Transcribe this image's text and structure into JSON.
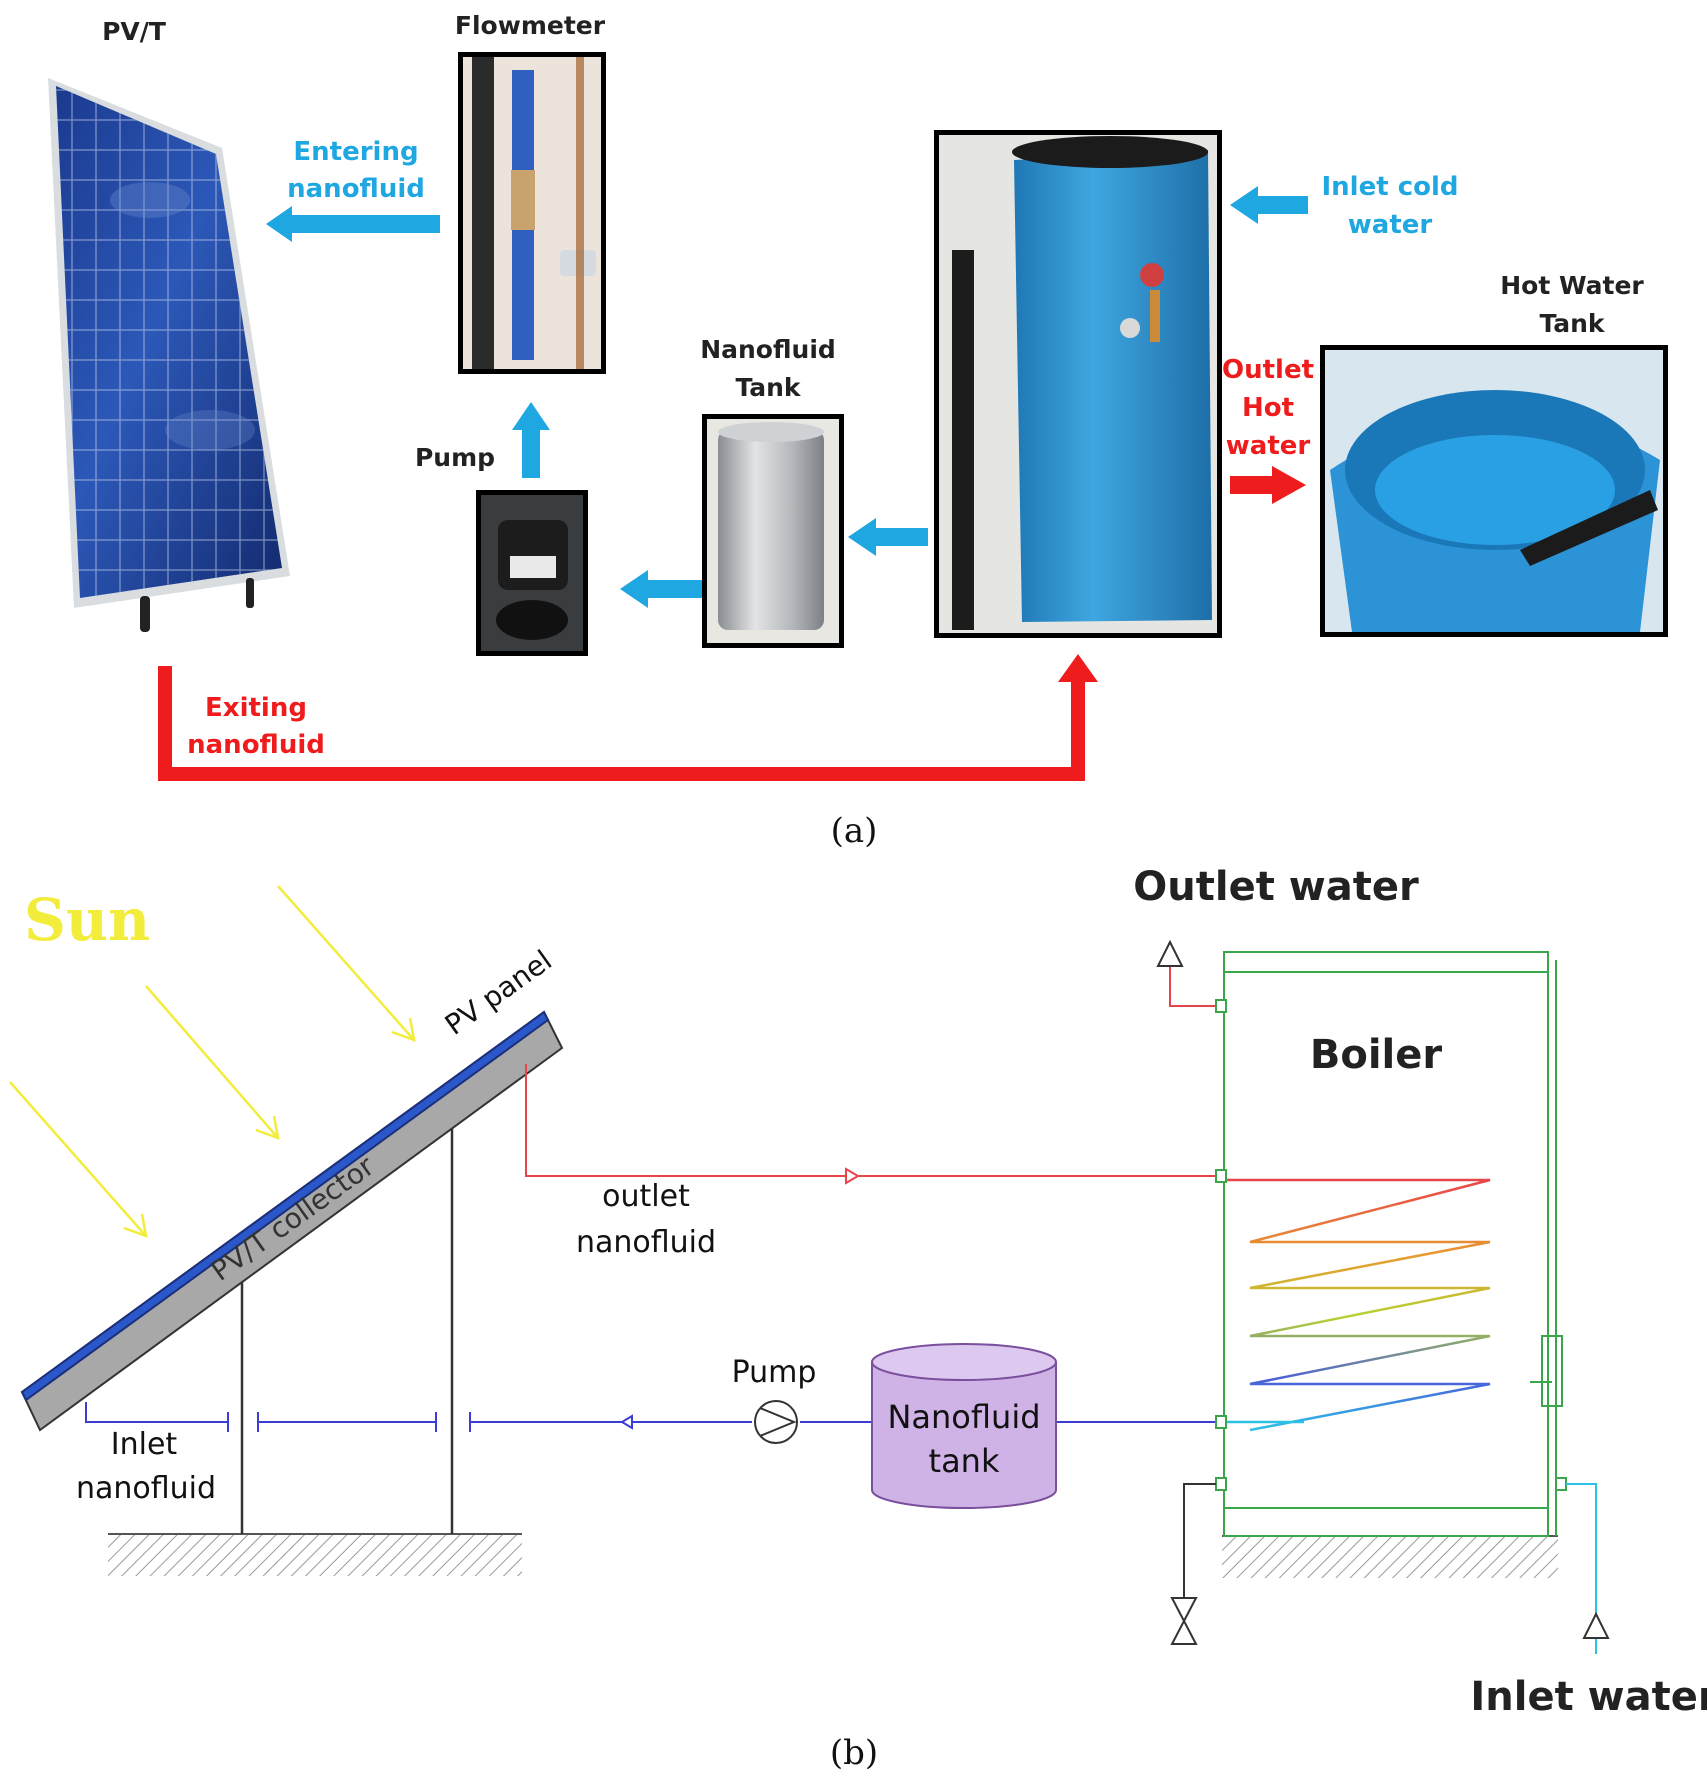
{
  "panel_a": {
    "pvt_label": "PV/T",
    "flowmeter_label": "Flowmeter",
    "entering_line1": "Entering",
    "entering_line2": "nanofluid",
    "pump_label": "Pump",
    "nano_tank_line1": "Nanofluid",
    "nano_tank_line2": "Tank",
    "inlet_cold_line1": "Inlet cold",
    "inlet_cold_line2": "water",
    "hot_tank_line1": "Hot Water",
    "hot_tank_line2": "Tank",
    "outlet_hot_line1": "Outlet",
    "outlet_hot_line2": "Hot",
    "outlet_hot_line3": "water",
    "exiting_line1": "Exiting",
    "exiting_line2": "nanofluid",
    "caption": "(a)"
  },
  "panel_b": {
    "sun_label": "Sun",
    "pv_panel_label": "PV panel",
    "collector_label": "PV/T collector",
    "outlet_nano_line1": "outlet",
    "outlet_nano_line2": "nanofluid",
    "inlet_nano_line1": "Inlet",
    "inlet_nano_line2": "nanofluid",
    "pump_label": "Pump",
    "tank_line1": "Nanofluid",
    "tank_line2": "tank",
    "outlet_water_label": "Outlet water",
    "boiler_label": "Boiler",
    "inlet_water_label": "Inlet water",
    "caption": "(b)"
  },
  "colors": {
    "flow_blue": "#1ea7e1",
    "flow_red": "#ee1c1c",
    "pipe_cold": "#3b3bd6",
    "pipe_hot": "#e8454a",
    "boiler_green": "#3aa64a",
    "tank_purple": "#cfb3e6",
    "sun_yellow": "#f2ec3a"
  }
}
